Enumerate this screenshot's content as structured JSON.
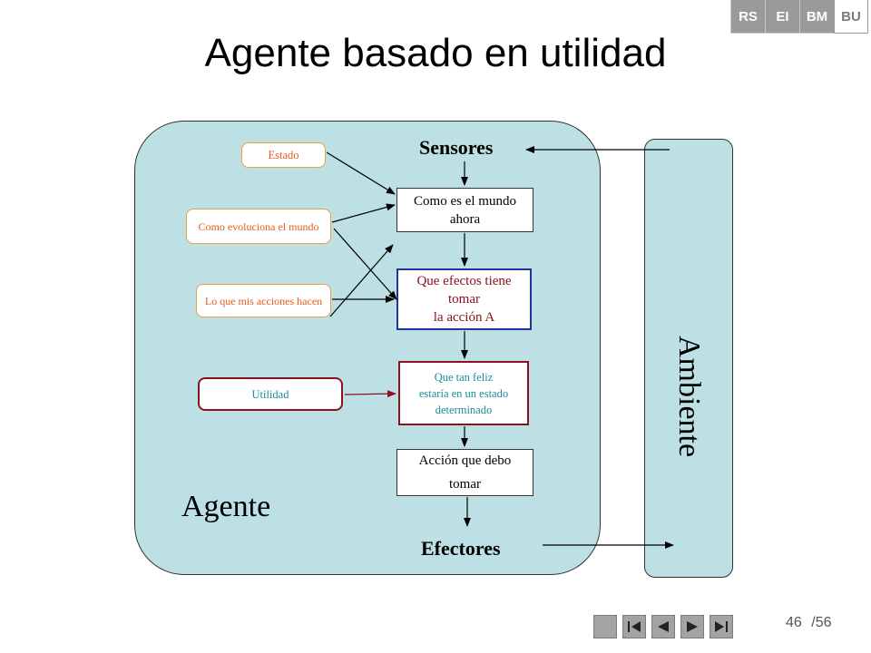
{
  "colors": {
    "panel_fill": "#bde0e4",
    "orange_border": "#e8a23c",
    "orange_text": "#e85a20",
    "blue_border": "#2233a0",
    "blue_text": "#8b1020",
    "darkred_border": "#8b1020",
    "teal_text": "#1a8a9a",
    "tag_active_text": "#7a7a7a"
  },
  "header": {
    "tags": [
      "RS",
      "EI",
      "BM",
      "BU"
    ],
    "active_tag": "BU",
    "title": "Agente basado en utilidad"
  },
  "diagram": {
    "agent_label": "Agente",
    "environment_label": "Ambiente",
    "sensors_label": "Sensores",
    "effectors_label": "Efectores",
    "inputs": {
      "estado": "Estado",
      "evolution": "Como evoluciona el mundo",
      "actions": "Lo que mis acciones hacen",
      "utility": "Utilidad"
    },
    "steps": {
      "world_now": "Como es el mundo\nahora",
      "effects": "Que efectos tiene\ntomar\nla acción A",
      "happiness": "Que tan feliz\nestaría en un estado\ndeterminado",
      "action": "Acción que debo\ntomar"
    }
  },
  "footer": {
    "page_current": "46",
    "page_total": "/56",
    "nav_icons": [
      "first-page-icon",
      "previous-page-icon",
      "next-page-icon",
      "last-page-icon"
    ]
  }
}
